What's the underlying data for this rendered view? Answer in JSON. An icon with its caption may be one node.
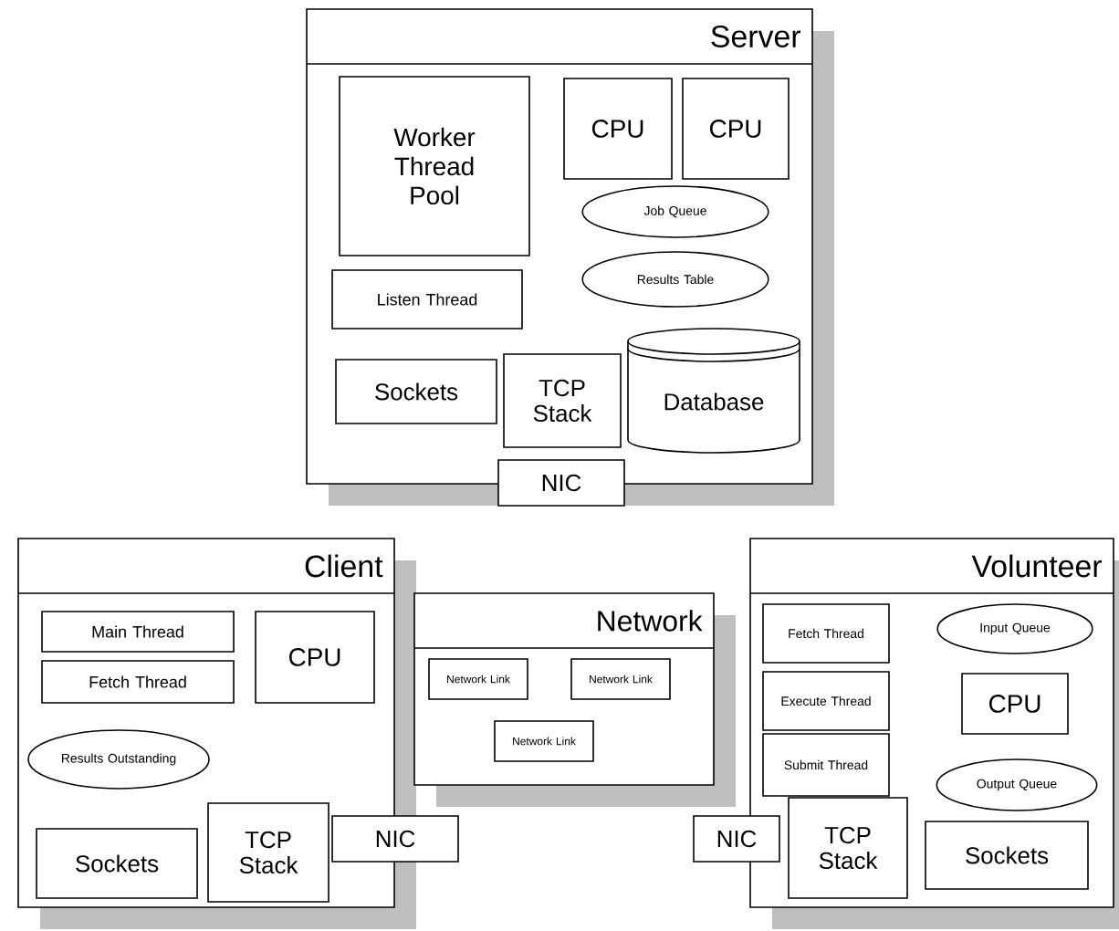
{
  "diagram": {
    "nodes": [
      {
        "text": [
          "Server"
        ]
      },
      {
        "text": [
          "Worker Thread Pool"
        ],
        "in": 0
      },
      {
        "text": [
          "CPU"
        ],
        "in": 0
      },
      {
        "text": [
          "CPU"
        ],
        "in": 0
      },
      {
        "text": [
          "Job Queue"
        ],
        "in": 0
      },
      {
        "text": [
          "Listen Thread"
        ],
        "in": 0
      },
      {
        "text": [
          "Results Table"
        ],
        "in": 0
      },
      {
        "text": [
          "Sockets"
        ],
        "in": 0
      },
      {
        "text": [
          "TCP Stack"
        ],
        "in": 0
      },
      {
        "text": [
          "Database"
        ],
        "in": 0
      },
      {
        "text": [
          "NIC"
        ]
      },
      {
        "text": [
          "Client"
        ]
      },
      {
        "text": [
          "Main Thread"
        ],
        "in": 11
      },
      {
        "text": [
          "Fetch Thread"
        ],
        "in": 11
      },
      {
        "text": [
          "CPU"
        ],
        "in": 11
      },
      {
        "text": [
          "Results Outstanding"
        ],
        "in": 11
      },
      {
        "text": [
          "Sockets"
        ],
        "in": 11
      },
      {
        "text": [
          "TCP Stack"
        ],
        "in": 11
      },
      {
        "text": [
          "NIC"
        ]
      },
      {
        "text": [
          "Network"
        ]
      },
      {
        "text": [
          "Network Link"
        ],
        "in": 19
      },
      {
        "text": [
          "Network Link"
        ],
        "in": 19
      },
      {
        "text": [
          "Network Link"
        ],
        "in": 19
      },
      {
        "text": [
          "Volunteer"
        ]
      },
      {
        "text": [
          "Fetch Thread"
        ],
        "in": 23
      },
      {
        "text": [
          "Input Queue"
        ],
        "in": 23
      },
      {
        "text": [
          "Execute Thread"
        ],
        "in": 23
      },
      {
        "text": [
          "CPU"
        ],
        "in": 23
      },
      {
        "text": [
          "Submit Thread"
        ],
        "in": 23
      },
      {
        "text": [
          "Output Queue"
        ],
        "in": 23
      },
      {
        "text": [
          "TCP Stack"
        ],
        "in": 23
      },
      {
        "text": [
          "Sockets"
        ],
        "in": 23
      },
      {
        "text": [
          "NIC"
        ]
      }
    ]
  }
}
